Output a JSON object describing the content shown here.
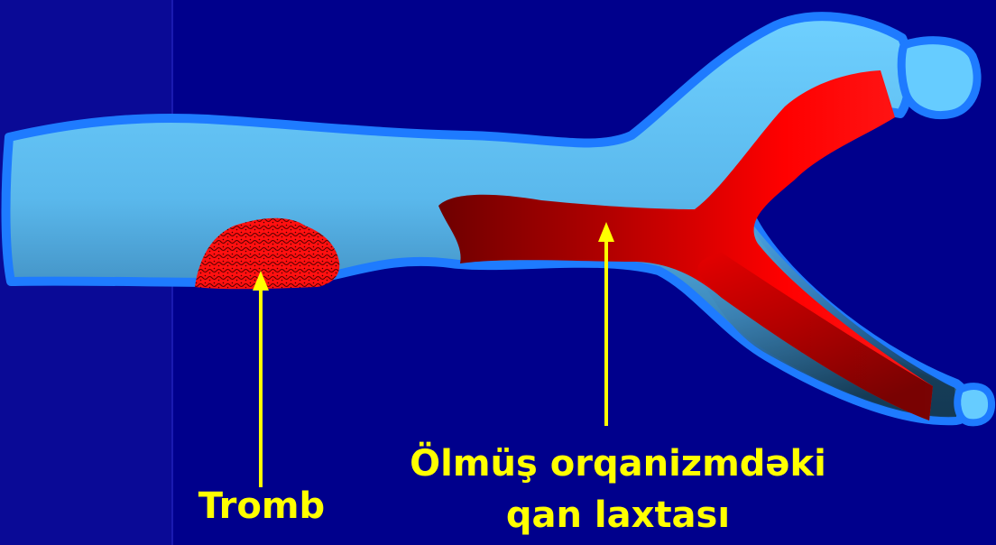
{
  "slide": {
    "labels": {
      "tromb": "Tromb",
      "clot_line1": "Ölmüş orqanizmdəki",
      "clot_line2": "qan laxtası"
    },
    "colors": {
      "background": "#00008c",
      "vessel_light": "#66ccff",
      "vessel_outline": "#1e7bff",
      "thrombus": "#ff0000",
      "clot_dark": "#7a0000",
      "clot_bright": "#ff0000",
      "label_text": "#ffff00",
      "arrow": "#ffff00"
    }
  }
}
